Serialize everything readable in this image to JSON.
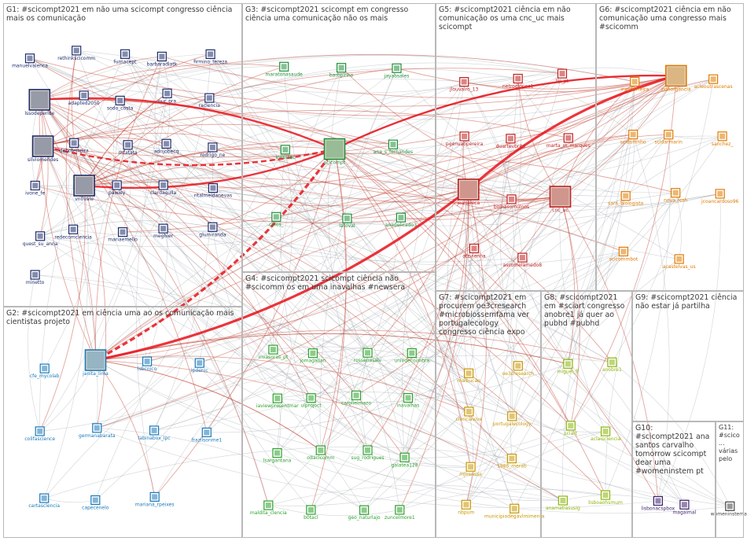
{
  "groups": [
    {
      "id": "G1",
      "label": "G1: #scicompt2021 em não uma scicompt congresso ciência mais os comunicação",
      "color": "#1e2d6b"
    },
    {
      "id": "G2",
      "label": "G2: #scicompt2021 em ciência uma ao os comunicação mais cientistas projeto",
      "color": "#1a78b8"
    },
    {
      "id": "G3",
      "label": "G3: #scicompt2021 scicompt em congresso ciência uma comunicação não os mais",
      "color": "#1f8f3a"
    },
    {
      "id": "G4",
      "label": "G4: #scicompt2021 scicompt ciência não #scicomm os em uma inavalhas #newsera",
      "color": "#2ea02e"
    },
    {
      "id": "G5",
      "label": "G5: #scicompt2021 ciência em não comunicação os uma cnc_uc mais scicompt",
      "color": "#c01f1f"
    },
    {
      "id": "G6",
      "label": "G6: #scicompt2021 ciência em não comunicação uma congresso mais #scicomm",
      "color": "#e07b00"
    },
    {
      "id": "G7",
      "label": "G7: #scicompt2021 em procurem oe3cresearch #microbiossemfama ver portugalecology congresso ciência expo",
      "color": "#c89600"
    },
    {
      "id": "G8",
      "label": "G8: #scicompt2021 em #sciart congresso anobre1 já quer ao pubhd #pubhd",
      "color": "#8cb40a"
    },
    {
      "id": "G9",
      "label": "G9: #scicompt2021 ciência não estar já partilha",
      "color": "#9a1f6b"
    },
    {
      "id": "G10",
      "label": "G10: #scicompt2021 ana santos carvalho tomorrow scicompt dear uma #womeninstem pt",
      "color": "#3b1f6b"
    },
    {
      "id": "G11",
      "label": "G11: #scico... várias pelo",
      "color": "#444444"
    }
  ],
  "nodes": {
    "G1": [
      "manuelvalenca",
      "rethinkscicomm",
      "furnacept",
      "barbaradiatk",
      "firmino_tereza",
      "lssodepende",
      "adapted2050",
      "sodo_costa",
      "nur_ora",
      "raclencia",
      "silviomendes",
      "deboferreira",
      "rntatata",
      "adrijobecq",
      "rodrigo_ne",
      "ivone_fe",
      "vn0vale",
      "pawley",
      "clardagulla",
      "ritalmeldanevas",
      "quest_su_anna",
      "redecomciencia",
      "mariaemello",
      "meghier",
      "glumiranda",
      "minetto"
    ],
    "G2": [
      "cfe_mycolab",
      "janita_lima",
      "lsbcnico",
      "ipdenic",
      "colifascience",
      "germanabarata",
      "labinabox_ipc",
      "frazilsonme1",
      "cartasclencia",
      "capecenelo",
      "mariana_rpeixes"
    ],
    "G3": [
      "maratonasaude",
      "barbpinho",
      "jayabsales",
      "inesctec",
      "scicompt",
      "ana_s_fernandes",
      "cblos_",
      "latoval",
      "anadelicado3"
    ],
    "G4": [
      "invasoras_pt",
      "jomagallan",
      "rossenasalv",
      "univdecoimbra",
      "iaviewpresentmar",
      "ulprojoct",
      "carolielmazo",
      "inavalhas",
      "lsargantana",
      "oltaclcomm",
      "sug_rodrigues",
      "galatea128",
      "maldita_clencia",
      "b0tacl",
      "geo_naturlajo",
      "zuncelmore1"
    ],
    "G5": [
      "jlouvalro_13",
      "netrodlopes1",
      "lip_pt",
      "pgenvaopereira",
      "duartevbrito",
      "marta_m_marques",
      "joanaleca",
      "bolhasomulnos",
      "cnc_uc",
      "atzvienna",
      "ascomelamedo8"
    ],
    "G6": [
      "inesflerrelra",
      "pdhorgencia",
      "acleoutrascenas",
      "scidumnho",
      "scldarmarin",
      "sanchez_",
      "sara_biologista",
      "nova_fcsh",
      "jcoancardoso96",
      "scicommbot",
      "acastelvas_us"
    ],
    "G7": [
      "malbucao",
      "oe3cresearch",
      "cienciavive",
      "portugalecology",
      "mjoensse",
      "1986_merab",
      "nbpum",
      "municipiodegavlmimenta"
    ],
    "G8": [
      "miguel_ff",
      "anobre1",
      "sciart",
      "aclaisciencia",
      "anamatiasusig",
      "lisboaohsmum"
    ],
    "G10": [
      "lisbonacspbox",
      "magaimal"
    ],
    "G11": [
      "womeninstemas"
    ]
  }
}
